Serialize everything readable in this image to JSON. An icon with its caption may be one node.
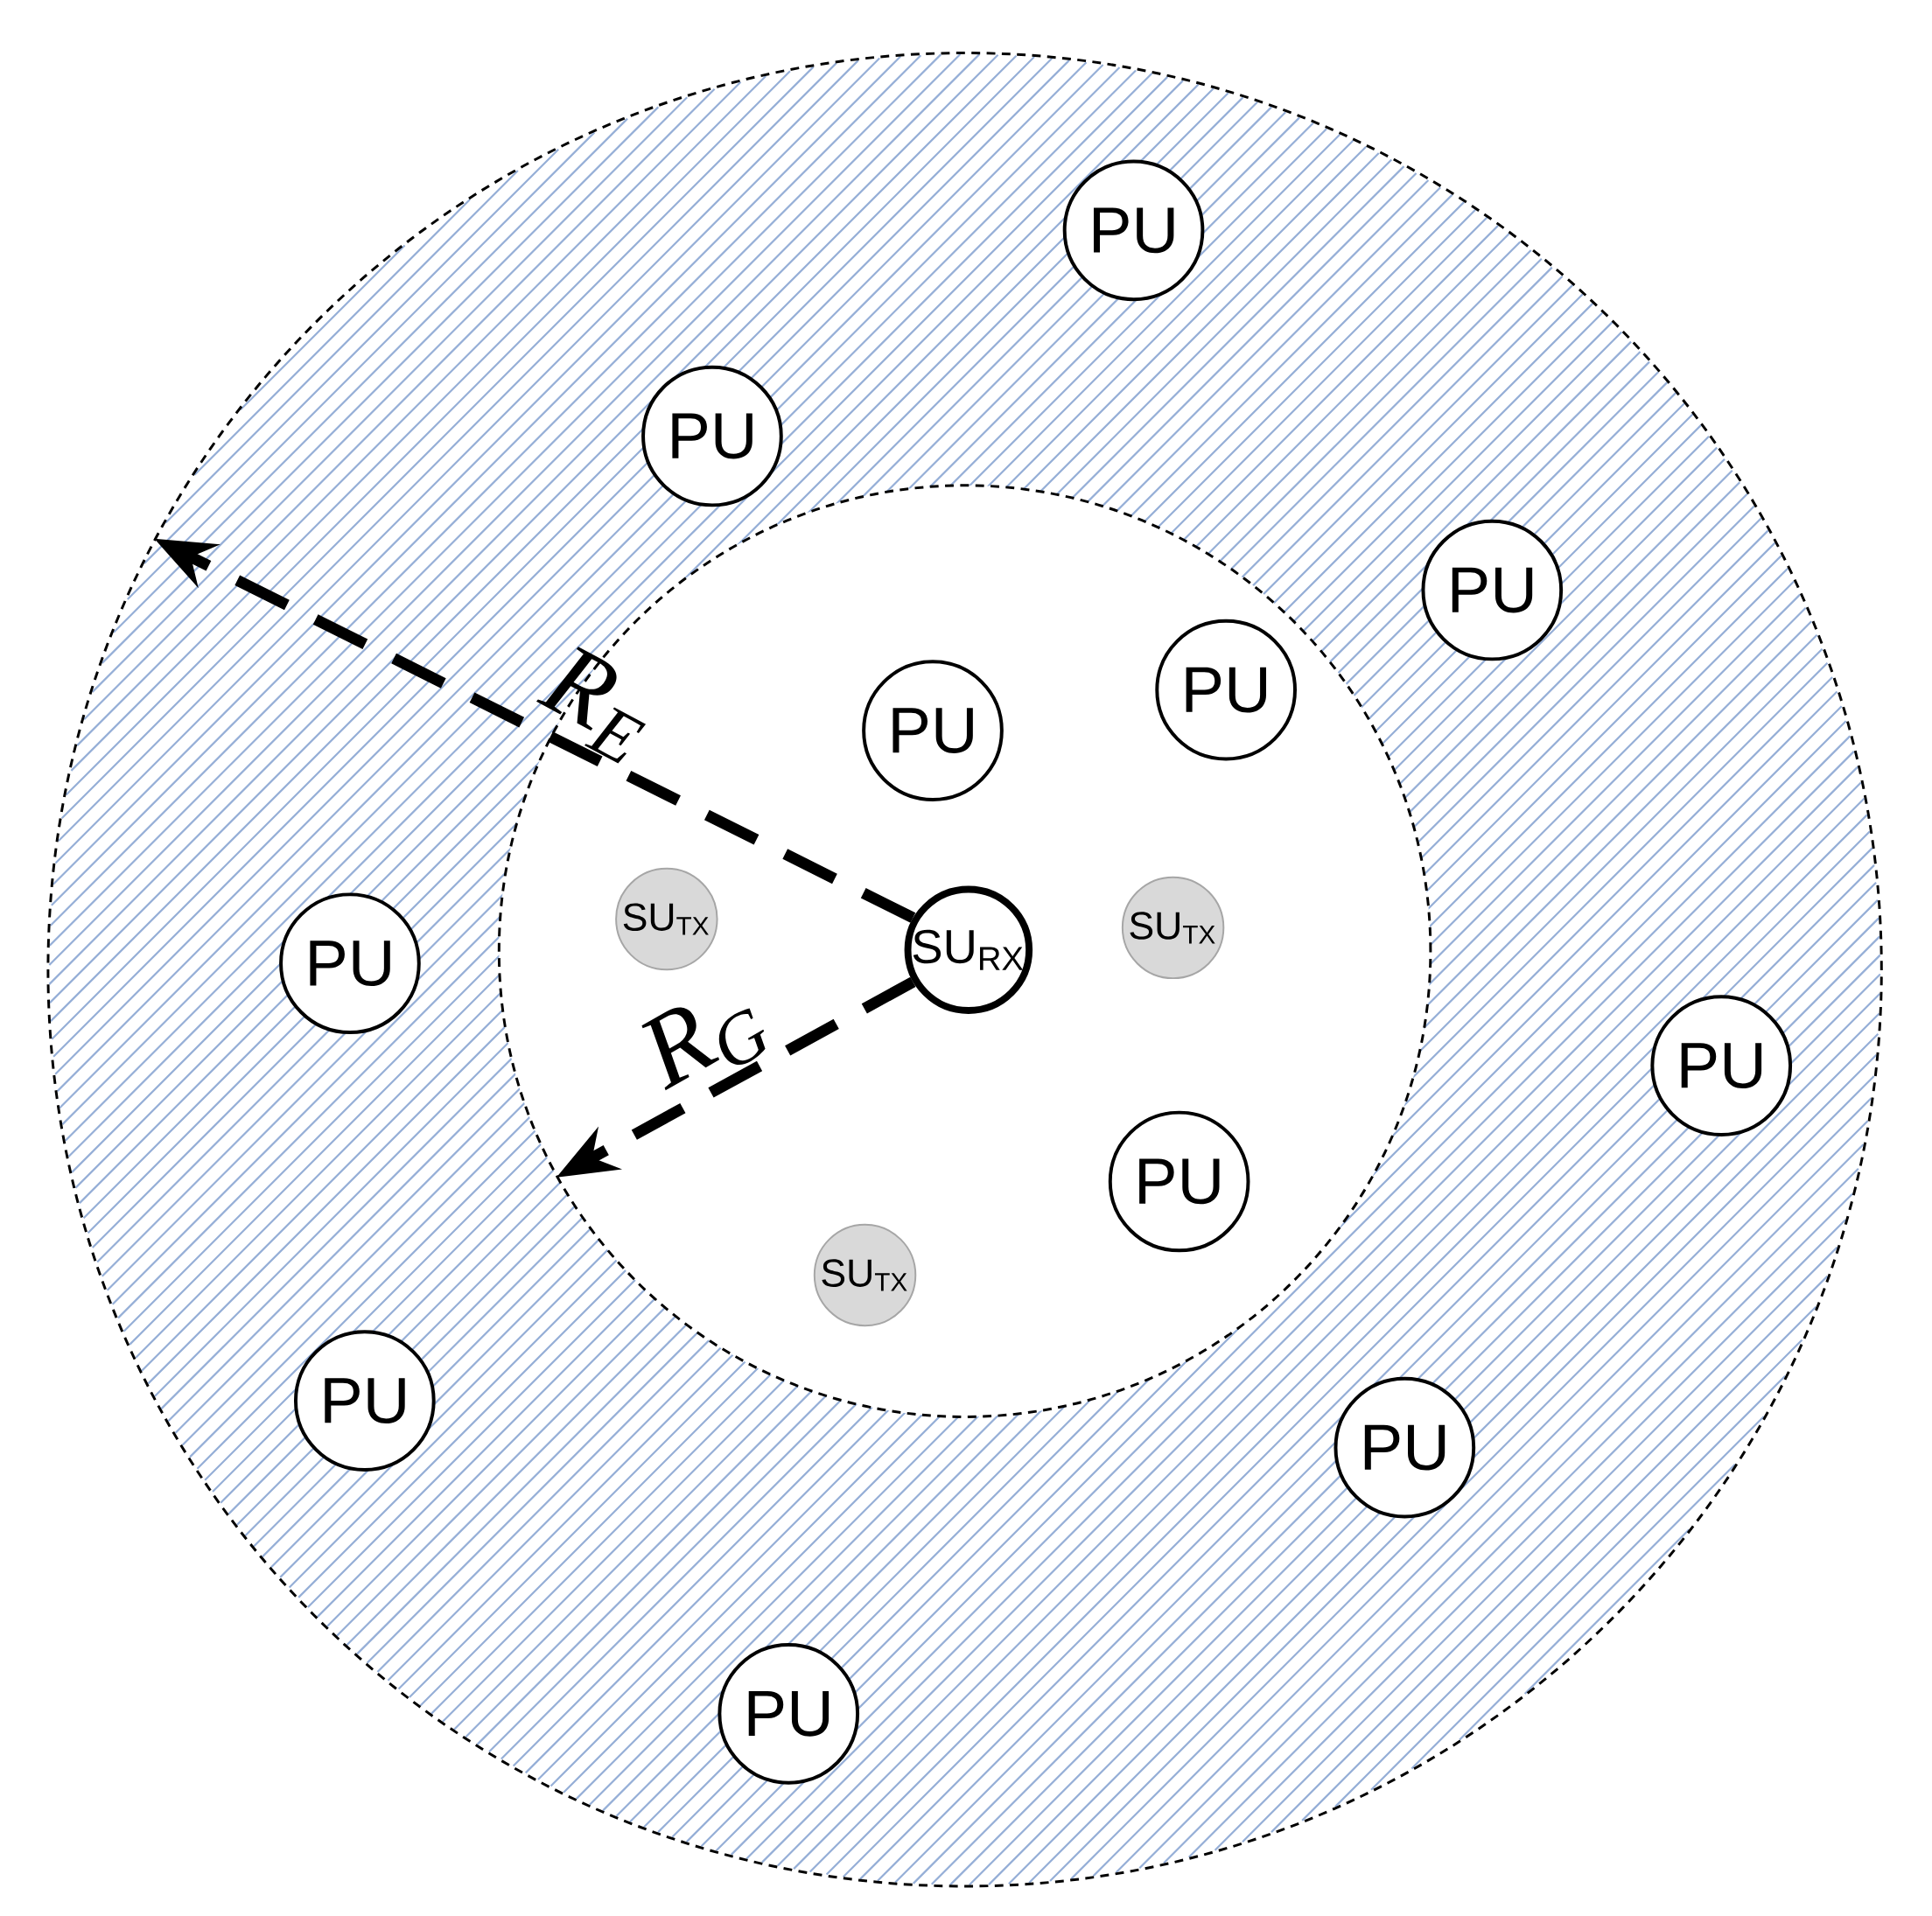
{
  "diagram": {
    "nodes": [
      {
        "text": [],
        "shape": "circle"
      },
      {
        "text": [],
        "shape": "circle",
        "in": 0
      },
      {
        "text": [
          "PU"
        ],
        "in": 0
      },
      {
        "text": [
          "PU"
        ],
        "in": 0
      },
      {
        "text": [
          "PU"
        ],
        "in": 0
      },
      {
        "text": [
          "PU"
        ],
        "in": 1
      },
      {
        "text": [
          "PU"
        ],
        "in": 1
      },
      {
        "text": [
          "SU$_{TX}$"
        ],
        "in": 1
      },
      {
        "text": [
          "SU$_{TX}$"
        ],
        "in": 1
      },
      {
        "text": [
          "SU$_{RX}$"
        ],
        "in": 1
      },
      {
        "text": [
          "PU"
        ],
        "in": 0
      },
      {
        "text": [
          "PU"
        ],
        "in": 0
      },
      {
        "text": [
          "PU"
        ],
        "in": 1
      },
      {
        "text": [
          "SU$_{TX}$"
        ],
        "in": 1
      },
      {
        "text": [
          "PU"
        ],
        "in": 0
      },
      {
        "text": [
          "PU"
        ],
        "in": 0
      },
      {
        "text": [
          "PU"
        ],
        "in": 0
      }
    ],
    "edges": [
      {
        "from": 9,
        "to": 0,
        "arrow": "to",
        "style": "dashed",
        "label": "R$_{E}$"
      },
      {
        "from": 9,
        "to": 1,
        "arrow": "to",
        "style": "dashed",
        "label": "R$_{G}$"
      }
    ]
  }
}
